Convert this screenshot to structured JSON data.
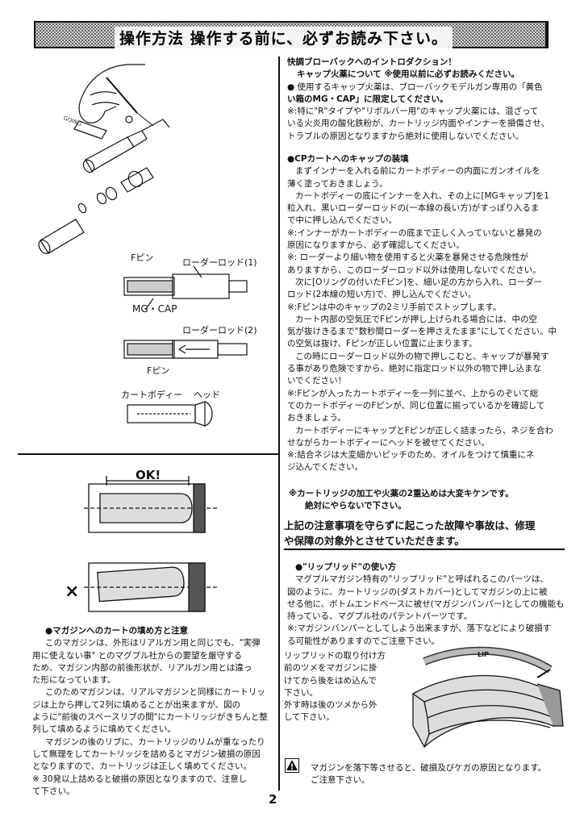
{
  "header": {
    "title": "操作方法 操作する前に、必ずお読み下さい。"
  },
  "figure_labels": {
    "f_pin_top": "Fピン",
    "loader_rod_1": "ローダーロッド(1)",
    "mg_cap": "MG・CAP",
    "loader_rod_2": "ローダーロッド(2)",
    "f_pin_bottom": "Fピン",
    "cart_body": "カートボディー",
    "head": "ヘッド",
    "ok_mark": "OK!",
    "ng_mark": "×",
    "lip_text": "LIP"
  },
  "right_sections": {
    "intro": {
      "lines": [
        "快調ブローバックへのイントロダクション！",
        "キャップ火薬について ※使用以前に必ずお読みください。",
        "● 使用するキャップ火薬は、ブローバックモデルガン専用の「黄色",
        "い箱のMG・CAP」に限定してください。",
        "※:特に\"R\"タイプや\"リボルバー用\"のキャップ火薬には、混ざって",
        "いる火炎用の酸化鉄粉が、カートリッジ内面やインナーを損傷させ、",
        "トラブルの原因となりますから絶対に使用しないでください。"
      ]
    },
    "cp_cart": {
      "lines": [
        "●CPカートへのキャップの装填",
        "まずインナーを入れる前にカートボディーの内面にガンオイルを",
        "薄く塗っておきましょう。",
        "カートボディーの底にインナーを入れ、その上に[MGキャップ]を1",
        "粒入れ、黒いローダーロッドの(一本線の長い方)がすっぽり入るま",
        "で中に押し込んでください。",
        "※:インナーがカートボディーの底まで正しく入っていないと暴発の",
        "原因になりますから、必ず確認してください。",
        "※: ローダーより細い物を使用すると火薬を暴発させる危険性が",
        "ありますから、このローダーロッド以外は使用しないでください。",
        "次に[Oリングの付いたFピン]を、細い足の方から入れ、ローダー",
        "ロッド(2本線の短い方)で、押し込んでください。",
        "※:Fピンは中のキャップの2ミリ手前でストップします。",
        "カート内部の空気圧でFピンが押し上げられる場合には、中の空",
        "気が抜けきるまで\"数秒間ローダーを押さえたまま\"にしてください。中",
        "の空気は抜け、Fピンが正しい位置に止まります。",
        "この時にローダーロッド以外の物で押しこむと、キャップが暴発す",
        "る事があり危険ですから、絶対に指定ロッド以外の物で押し込まな",
        "いでください！",
        "※:Fピンが入ったカートボディーを一列に並べ、上からのぞいて総",
        "てのカートボディーのFピンが、同じ位置に揃っているかを確認して",
        "おきましょう。",
        "カートボディーにキャップとFピンが正しく詰まったら、ネジを合わ",
        "せながらカートボディーにヘッドを被せてください。",
        "※:結合ネジは大変細かいピッチのため、オイルをつけて慎重にネ",
        "ジ込んでください。"
      ]
    },
    "caution": {
      "line1": "※カートリッジの加工や火薬の2重込めは大変キケンです。",
      "line2": "絶対にやらないで下さい。"
    },
    "notice": {
      "line1": "上記の注意事項を守らずに起こった故障や事故は、修理",
      "line2": "や保障の対象外とさせていただきます。"
    },
    "lip_rid": {
      "lines": [
        "●\"リップリッド\"の使い方",
        "マグプルマガジン特有の\"リップリッド\"と呼ばれるこのパーツは、",
        "図のように、カートリッジの(ダストカバー)としてマガジンの上に被",
        "せる他に、ボトムエンドベースに被せ(マガジンバンパー)としての機能も",
        "持っている、マグプル社のパテントパーツです。",
        "※:マガジンバンパーとしてしよう出来ますが、落下などにより破損す",
        "る可能性がありますのでご注意下さい。"
      ],
      "howto_lines": [
        "リップリッドの取り付け方",
        "前のツメをマガジンに掛",
        "けてから後をはめ込んで",
        "下さい。",
        "外す時は後のツメから外",
        "して下さい。"
      ]
    },
    "warning": {
      "line1": "マガジンを落下等させると、破損及びケガの原因となります。",
      "line2": "ご注意下さい。"
    }
  },
  "left_section": {
    "lines": [
      "●マガジンへのカートの填め方と注意",
      "このマガジンは、外形はリアルガン用と同じでも、\"実弾",
      "用に使えない事\" とのマグプル社からの要望を厳守する",
      "ため、マガジン内部の前後形状が、リアルガン用とは違っ",
      "た形になっています。",
      "このためマガジンは、リアルマガジンと同様にカートリッ",
      "ジは上から押して2列に填めることが出来ますが、図の",
      "ように\"前後のスペースリブの間\"にカートリッジがきちんと整",
      "列して填めるように填めてください。",
      "マガジンの後のリブに、カートリッジのリムが重なったり",
      "して無理をしてカートリッジを詰めるとマガジン破損の原因",
      "となりますので、カートリッジは正しく填めてください。",
      "※ 30発以上詰めると破損の原因となりますので、注意し",
      "て下さい。"
    ]
  },
  "page_number": "2"
}
